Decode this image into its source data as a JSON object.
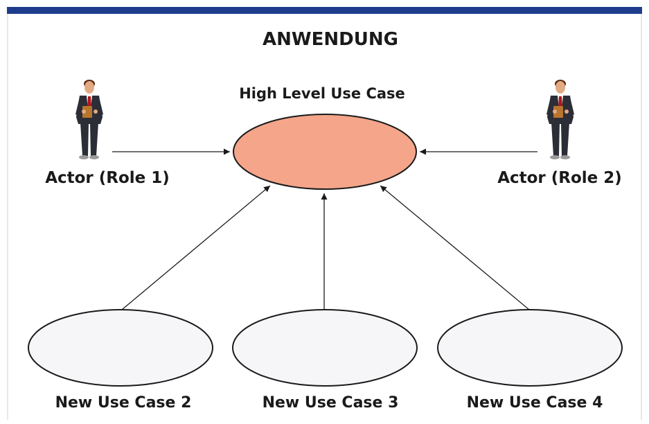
{
  "diagram": {
    "title": "ANWENDUNG",
    "main_use_case_label": "High Level Use Case",
    "actors": [
      {
        "label": "Actor (Role 1)"
      },
      {
        "label": "Actor (Role 2)"
      }
    ],
    "sub_use_cases": [
      {
        "label": "New Use Case 2"
      },
      {
        "label": "New Use Case 3"
      },
      {
        "label": "New Use Case 4"
      }
    ]
  },
  "colors": {
    "top_border": "#1f3c8c",
    "main_use_case_fill": "#f4a58a",
    "sub_use_case_fill": "#f6f6f8",
    "line": "#1a1a1a",
    "suit": "#2b2e36",
    "tie": "#b0151c",
    "skin": "#e2aa83",
    "hair": "#5a2a12",
    "folder": "#b8752e"
  },
  "icons": {
    "actor": "businessman-actor-icon"
  }
}
